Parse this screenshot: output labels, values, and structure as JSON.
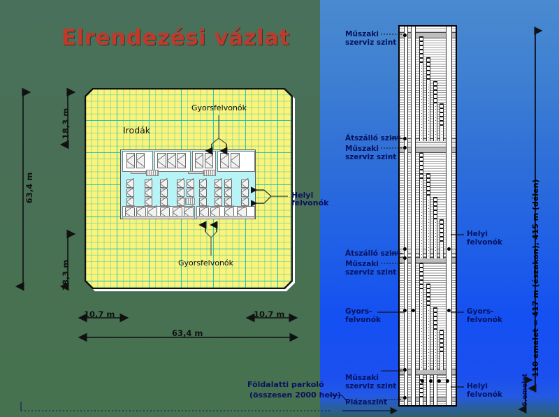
{
  "title": "Elrendezési vázlat",
  "floor_plan": {
    "area_label": "Irodák",
    "express_top_label": "Gyorsfelvonók",
    "express_bottom_label": "Gyorsfelvonók",
    "local_label_line1": "Helyi",
    "local_label_line2": "felvonók",
    "dimensions": {
      "height_total": "63,4 m",
      "height_top_segment": "18,3 m",
      "height_bottom_segment": "18,3 m",
      "width_total": "63,4 m",
      "width_left_segment": "10,7 m",
      "width_right_segment": "10,7 m"
    }
  },
  "section": {
    "mech_level_line1": "Műszaki",
    "mech_level_line2": "szerviz szint",
    "transfer_level": "Átszálló szint",
    "plaza_level": "Plázaszint",
    "express_line1": "Gyors-",
    "express_line2": "felvonók",
    "local_line1": "Helyi",
    "local_line2": "felvonók",
    "height_note": "110 emelet = 417 m (északon), 415 m  (délen)",
    "bottom_floor_note": "6.emelet",
    "labels_left": [
      {
        "line1": "Műszaki",
        "line2": "szerviz szint"
      },
      {
        "line1": "Átszálló szint",
        "line2": ""
      },
      {
        "line1": "Műszaki",
        "line2": "szerviz szint"
      },
      {
        "line1": "Átszálló szint",
        "line2": ""
      },
      {
        "line1": "Műszaki",
        "line2": "szerviz szint"
      },
      {
        "line1": "Gyors-",
        "line2": "felvonók"
      },
      {
        "line1": "Műszaki",
        "line2": "szerviz szint"
      },
      {
        "line1": "Plázaszint",
        "line2": ""
      }
    ]
  },
  "parking_note": {
    "line1": "Földalatti parkoló",
    "line2": "(összesen 2000 hely)"
  },
  "colors": {
    "title": "#c0392b",
    "plan_fill": "#fbf37a",
    "plan_grid": "#00bebe",
    "core_fill": "#b8f3f5",
    "background_left": "#49705a",
    "background_right_top": "#4a8ad0",
    "background_right_bottom": "#1450f2",
    "label_blue": "#0a1060"
  }
}
